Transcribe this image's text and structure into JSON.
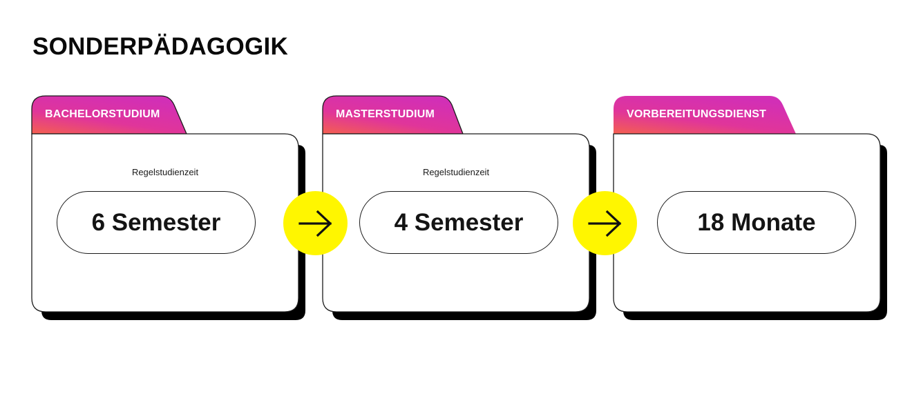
{
  "title": "SONDERPÄDAGOGIK",
  "colors": {
    "tab_gradient_start": "#f4604f",
    "tab_gradient_mid": "#e0359a",
    "tab_gradient_end": "#d22fb6",
    "arrow_fill": "#fff600",
    "shadow": "#000000"
  },
  "stages": [
    {
      "tab": "BACHELORSTUDIUM",
      "label": "Regelstudienzeit",
      "duration": "6 Semester"
    },
    {
      "tab": "MASTERSTUDIUM",
      "label": "Regelstudienzeit",
      "duration": "4 Semester"
    },
    {
      "tab": "VORBEREITUNGSDIENST",
      "label": "",
      "duration": "18 Monate"
    }
  ],
  "connectors": [
    {
      "icon": "arrow-right-icon"
    },
    {
      "icon": "arrow-right-icon"
    }
  ]
}
